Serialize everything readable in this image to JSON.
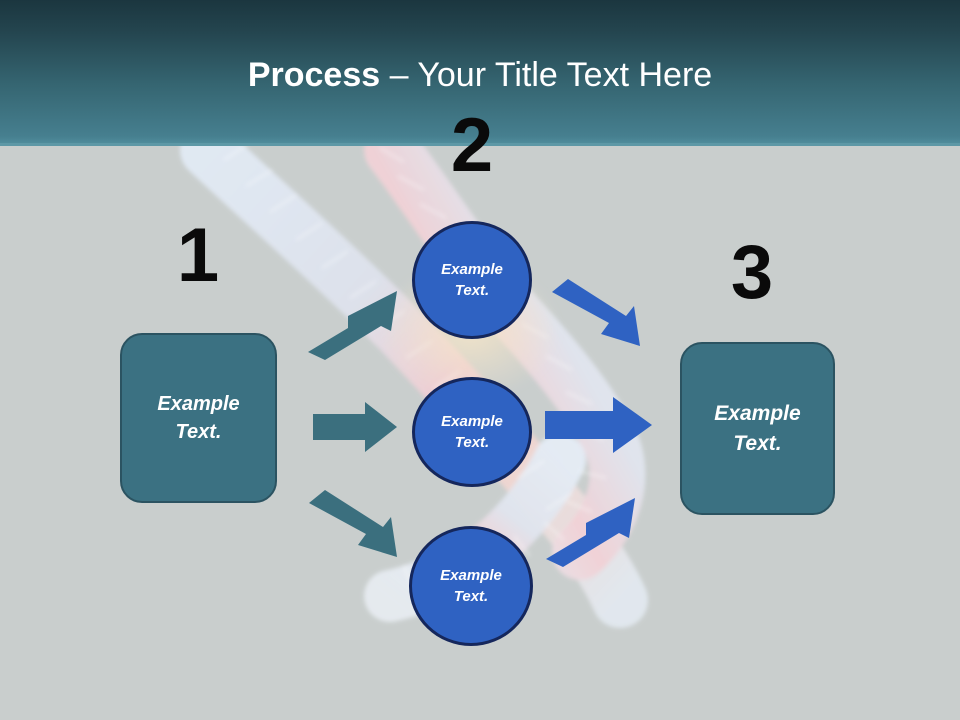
{
  "slide": {
    "background_color": "#c9cecd",
    "header": {
      "gradient_top": "#1b363f",
      "gradient_bottom": "#52909f",
      "title_bold": "Process",
      "title_rest": " – Your Title Text Here"
    },
    "numerals": [
      {
        "name": "step-1",
        "label": "1"
      },
      {
        "name": "step-2",
        "label": "2"
      },
      {
        "name": "step-3",
        "label": "3"
      }
    ],
    "boxes": [
      {
        "name": "input-box",
        "line1": "Example",
        "line2": "Text.",
        "fill": "#3b7182",
        "border": "#2b5361"
      },
      {
        "name": "output-box",
        "line1": "Example",
        "line2": "Text.",
        "fill": "#3b7182",
        "border": "#2b5361"
      }
    ],
    "circles": [
      {
        "name": "process-circle-top",
        "line1": "Example",
        "line2": "Text.",
        "fill": "#2f62c2",
        "border": "#15275c"
      },
      {
        "name": "process-circle-middle",
        "line1": "Example",
        "line2": "Text.",
        "fill": "#2f62c2",
        "border": "#15275c"
      },
      {
        "name": "process-circle-bottom",
        "line1": "Example",
        "line2": "Text.",
        "fill": "#2f62c2",
        "border": "#15275c"
      }
    ],
    "arrows": {
      "teal_color": "#3b6f7e",
      "blue_color": "#2f62c2",
      "labels": [
        "arrow-in-up",
        "arrow-in-straight",
        "arrow-in-down",
        "arrow-out-down",
        "arrow-out-straight",
        "arrow-out-up"
      ]
    },
    "background_art": {
      "name": "chromosome-dna-image",
      "strand_light": "#dfe7f2",
      "strand_pink": "#f0c8cf"
    }
  }
}
